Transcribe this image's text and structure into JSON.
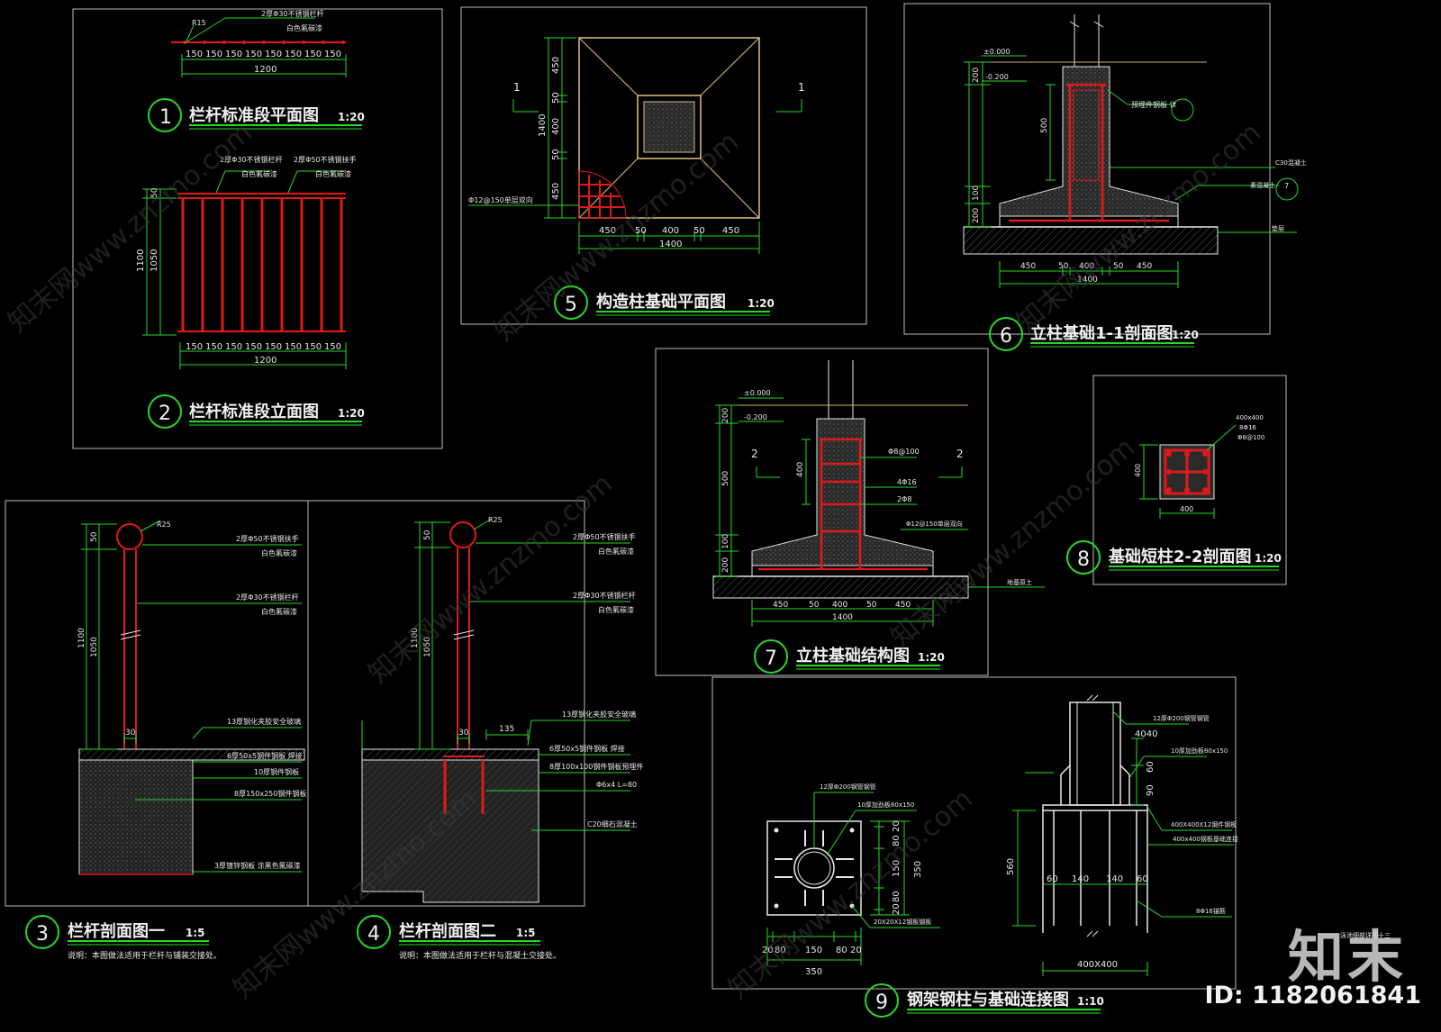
{
  "brand": {
    "logo_text": "知末",
    "image_id": "ID: 1182061841"
  },
  "watermark_text": "知末网www.znzmo.com",
  "colors": {
    "line": "#ffffff",
    "dim": "#27d827",
    "rebar": "#e01919",
    "title": "#f0f0f0",
    "concrete": "#2a2a2a",
    "hatch": "#5a5a5a",
    "soil": "#4a4a4a"
  },
  "views": [
    {
      "num": "1",
      "title": "栏杆标准段平面图",
      "scale": "1:20"
    },
    {
      "num": "2",
      "title": "栏杆标准段立面图",
      "scale": "1:20"
    },
    {
      "num": "3",
      "title": "栏杆剖面图一",
      "scale": "1:5",
      "note": "说明：本图做法适用于栏杆与铺装交接处。"
    },
    {
      "num": "4",
      "title": "栏杆剖面图二",
      "scale": "1:5",
      "note": "说明：本图做法适用于栏杆与混凝土交接处。"
    },
    {
      "num": "5",
      "title": "构造柱基础平面图",
      "scale": "1:20"
    },
    {
      "num": "6",
      "title": "立柱基础1-1剖面图",
      "scale": "1:20"
    },
    {
      "num": "7",
      "title": "立柱基础结构图",
      "scale": "1:20"
    },
    {
      "num": "8",
      "title": "基础短柱2-2剖面图",
      "scale": "1:20"
    },
    {
      "num": "9",
      "title": "钢架钢柱与基础连接图",
      "scale": "1:10"
    }
  ],
  "dims": {
    "plan_spacing": [
      "150",
      "150",
      "150",
      "150",
      "150",
      "150",
      "150",
      "150"
    ],
    "plan_total": "1200",
    "plan_radius": "R15",
    "elev_h1": "1100",
    "elev_h2": "1050",
    "elev_top": "50",
    "found_w": [
      "450",
      "50",
      "400",
      "50",
      "450"
    ],
    "found_total": "1400",
    "found_side": [
      "450",
      "50",
      "400",
      "50",
      "450"
    ],
    "found_side_total": "1400",
    "sec6_h": [
      "200",
      "500",
      "100",
      "200"
    ],
    "elev_zero": "±0.000",
    "elev_minus": "-0.200",
    "sec8_w": "400",
    "sec8_h": "400",
    "sec3_r": "R25",
    "sec3_h1": "1100",
    "sec3_h2": "1050",
    "sec3_top": "50",
    "sec3_w": "30",
    "sec4_w2": "135",
    "plate_w": [
      "20",
      "80",
      "150",
      "80",
      "20"
    ],
    "plate_total": "350",
    "plate_h": [
      "20",
      "80",
      "150",
      "80",
      "20"
    ],
    "plate_h_total": "350",
    "conn_w": [
      "60",
      "140",
      "140",
      "60"
    ],
    "conn_total": "400X400",
    "conn_h": "560",
    "conn_small": [
      "4040",
      "90",
      "60"
    ],
    "sec_mark": "1",
    "sec_mark2": "2"
  },
  "notes": {
    "n1a": "2厚Φ30不锈钢栏杆",
    "n1b": "白色氟碳漆",
    "n2a": "2厚Φ30不锈钢栏杆",
    "n2b": "2厚Φ50不锈钢扶手",
    "n2c": "白色氟碳漆",
    "n2d": "白色氟碳漆",
    "n3a": "2厚Φ50不锈钢扶手",
    "n3b": "白色氟碳漆",
    "n3c": "2厚Φ30不锈钢栏杆",
    "n3d": "白色氟碳漆",
    "n3e": "13厚钢化夹胶安全玻璃",
    "n3f": "6厚50x5钢件钢板 焊接",
    "n3g": "10厚钢件钢板",
    "n3h": "8厚150x250钢件钢板",
    "n3i": "3厚镀锌钢板 涂黑色氟碳漆",
    "n4a": "2厚Φ50不锈钢扶手",
    "n4b": "白色氟碳漆",
    "n4c": "2厚Φ30不锈钢栏杆",
    "n4d": "白色氟碳漆",
    "n4e": "13厚钢化夹胶安全玻璃",
    "n4f": "6厚50x5钢件钢板 焊接",
    "n4g": "8厚100x100钢件钢板预埋件",
    "n4h": "Φ6x4 L=80",
    "n4i": "C20细石混凝土",
    "n5a": "Φ12@150单层双向",
    "n6a": "预埋件钢板 详",
    "n6b": "C30混凝土",
    "n6c": "素混凝土",
    "n6d": "垫层",
    "n6e": "7",
    "n7a": "Φ8@100",
    "n7b": "4Φ16",
    "n7c": "2Φ8",
    "n7d": "Φ12@150单层双向",
    "n7e": "地基原土",
    "n8a": "400x400",
    "n8b": "8Φ16",
    "n8c": "Φ8@100",
    "n9a": "12厚Φ200钢管钢管",
    "n9b": "10厚加劲板80x150",
    "n9c": "20X20X12钢板钢板",
    "n9d": "12厚Φ200钢管钢管",
    "n9e": "10厚加劲板80x150",
    "n9f": "400X400X12钢件钢板",
    "n9g": "400x400钢板基础连接",
    "n9h": "8Φ16锚筋",
    "sheet": "泳池细部详图十三"
  }
}
